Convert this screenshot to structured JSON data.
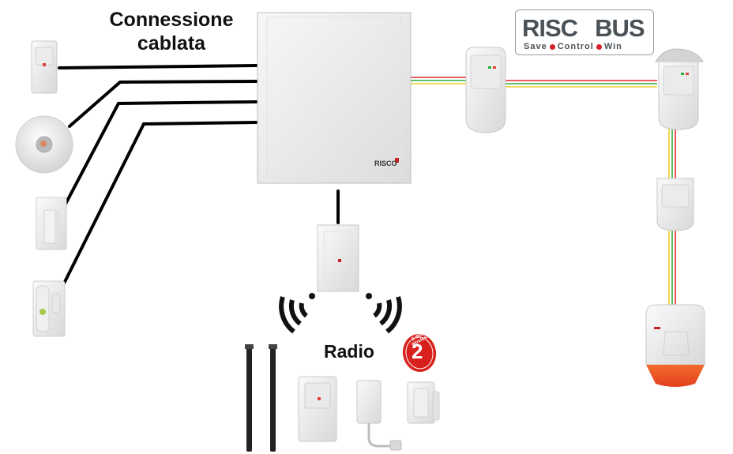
{
  "labels": {
    "wired_connection_line1": "Connessione",
    "wired_connection_line2": "cablata",
    "radio": "Radio",
    "panel_brand": "RISCO",
    "badge_top": "2-Way Wireless",
    "badge_number": "2"
  },
  "logo": {
    "name_left": "RISC",
    "name_right": "BUS",
    "tagline_words": [
      "Save",
      "Control",
      "Win"
    ]
  },
  "colors": {
    "wire_black": "#000000",
    "bus_red": "#e32b2b",
    "bus_green": "#2fae3d",
    "bus_yellow": "#e8cf2a",
    "logo_gray": "#4a5258",
    "logo_red": "#d4202a",
    "siren_orange": "#f0642a",
    "badge_red": "#d8201c"
  },
  "devices": {
    "wired": [
      "pir-detector-icon",
      "ceiling-detector-icon",
      "magnetic-contact-icon",
      "door-contact-icon"
    ],
    "riscobus": [
      "outdoor-detector-icon",
      "outdoor-detector-hooded-icon",
      "indoor-detector-icon",
      "outdoor-siren-icon"
    ],
    "radio": [
      "beam-barrier-icon",
      "wireless-pir-icon",
      "wireless-flood-detector-icon",
      "wireless-contact-icon"
    ],
    "central": [
      "control-panel-icon",
      "radio-receiver-icon"
    ]
  }
}
